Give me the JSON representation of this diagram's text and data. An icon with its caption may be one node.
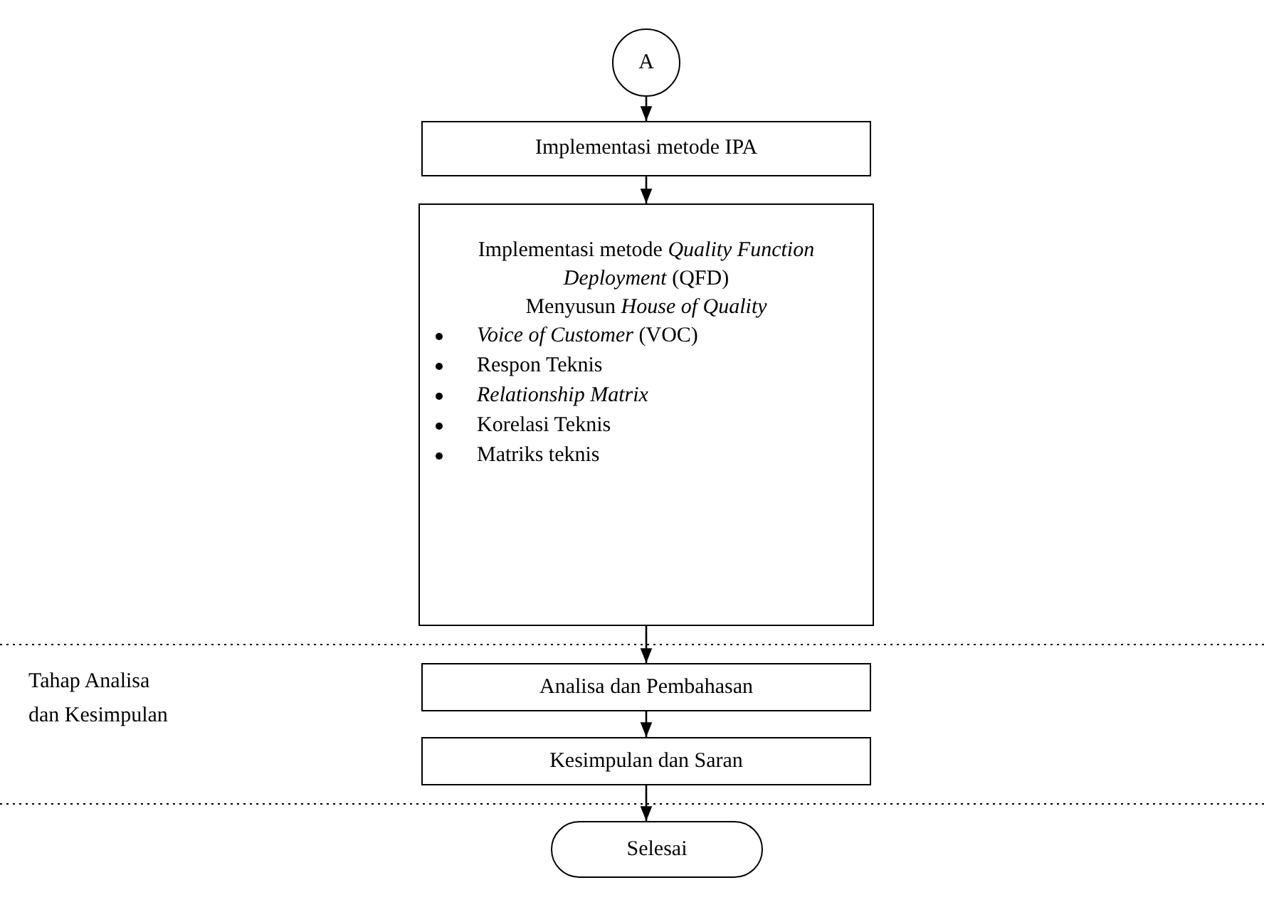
{
  "diagram": {
    "nodes": [
      {
        "text": [
          "A"
        ]
      },
      {
        "text": [
          "Implementasi metode IPA"
        ]
      },
      {
        "text": [
          "Implementasi metode *Quality Function Deployment* (QFD)",
          "Menyusun *House of Quality*",
          "*Voice of Customer* (VOC)",
          "Respon Teknis",
          "*Relationship Matrix*",
          "Korelasi Teknis",
          "Matriks teknis"
        ]
      },
      {
        "text": [
          "Analisa dan Pembahasan"
        ]
      },
      {
        "text": [
          "Kesimpulan dan Saran"
        ]
      },
      {
        "text": [
          "Selesai"
        ]
      }
    ],
    "edges": [
      {
        "from": 0,
        "to": 1,
        "arrow": "to"
      },
      {
        "from": 1,
        "to": 2,
        "arrow": "to"
      },
      {
        "from": 2,
        "to": 3,
        "arrow": "to"
      },
      {
        "from": 3,
        "to": 4,
        "arrow": "to"
      },
      {
        "from": 4,
        "to": 5,
        "arrow": "to"
      }
    ],
    "labels": [
      "Tahap Analisa dan Kesimpulan"
    ]
  }
}
